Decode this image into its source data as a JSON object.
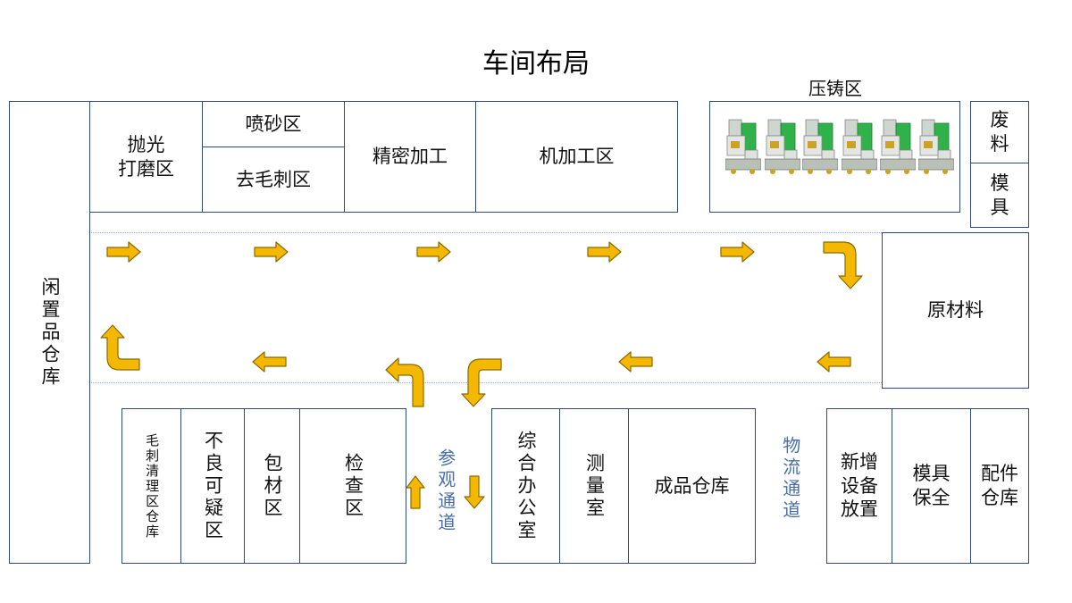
{
  "title": "车间布局",
  "areas": {
    "idle_warehouse": "闲置品仓库",
    "polish": "抛光\n打磨区",
    "sandblast": "喷砂区",
    "deburr": "去毛刺区",
    "precision": "精密加工",
    "machining": "机加工区",
    "diecast_label": "压铸区",
    "scrap": "废\n料",
    "mold": "模\n具",
    "raw_material": "原材料",
    "deburr_clean": "毛刺清理区仓库",
    "defect": "不良可疑区",
    "packaging": "包材区",
    "inspection": "检查区",
    "visit_channel": "参观通道",
    "office": "综合办公室",
    "measure": "测量室",
    "finished_goods": "成品仓库",
    "logistics_channel": "物流通道",
    "new_equipment": "新增\n设备\n放置",
    "mold_maintenance": "模具\n保全",
    "parts_warehouse": "配件\n仓库"
  },
  "colors": {
    "border": "#2f4a7a",
    "arrow_fill": "#f5b800",
    "arrow_stroke": "#8a6a00",
    "channel_text": "#4a6ea8",
    "machine_body": "#cfd6cf",
    "machine_accent": "#2fb24a"
  },
  "icons": {
    "flow": "arrow-icon",
    "machine": "die-casting-machine-icon"
  }
}
